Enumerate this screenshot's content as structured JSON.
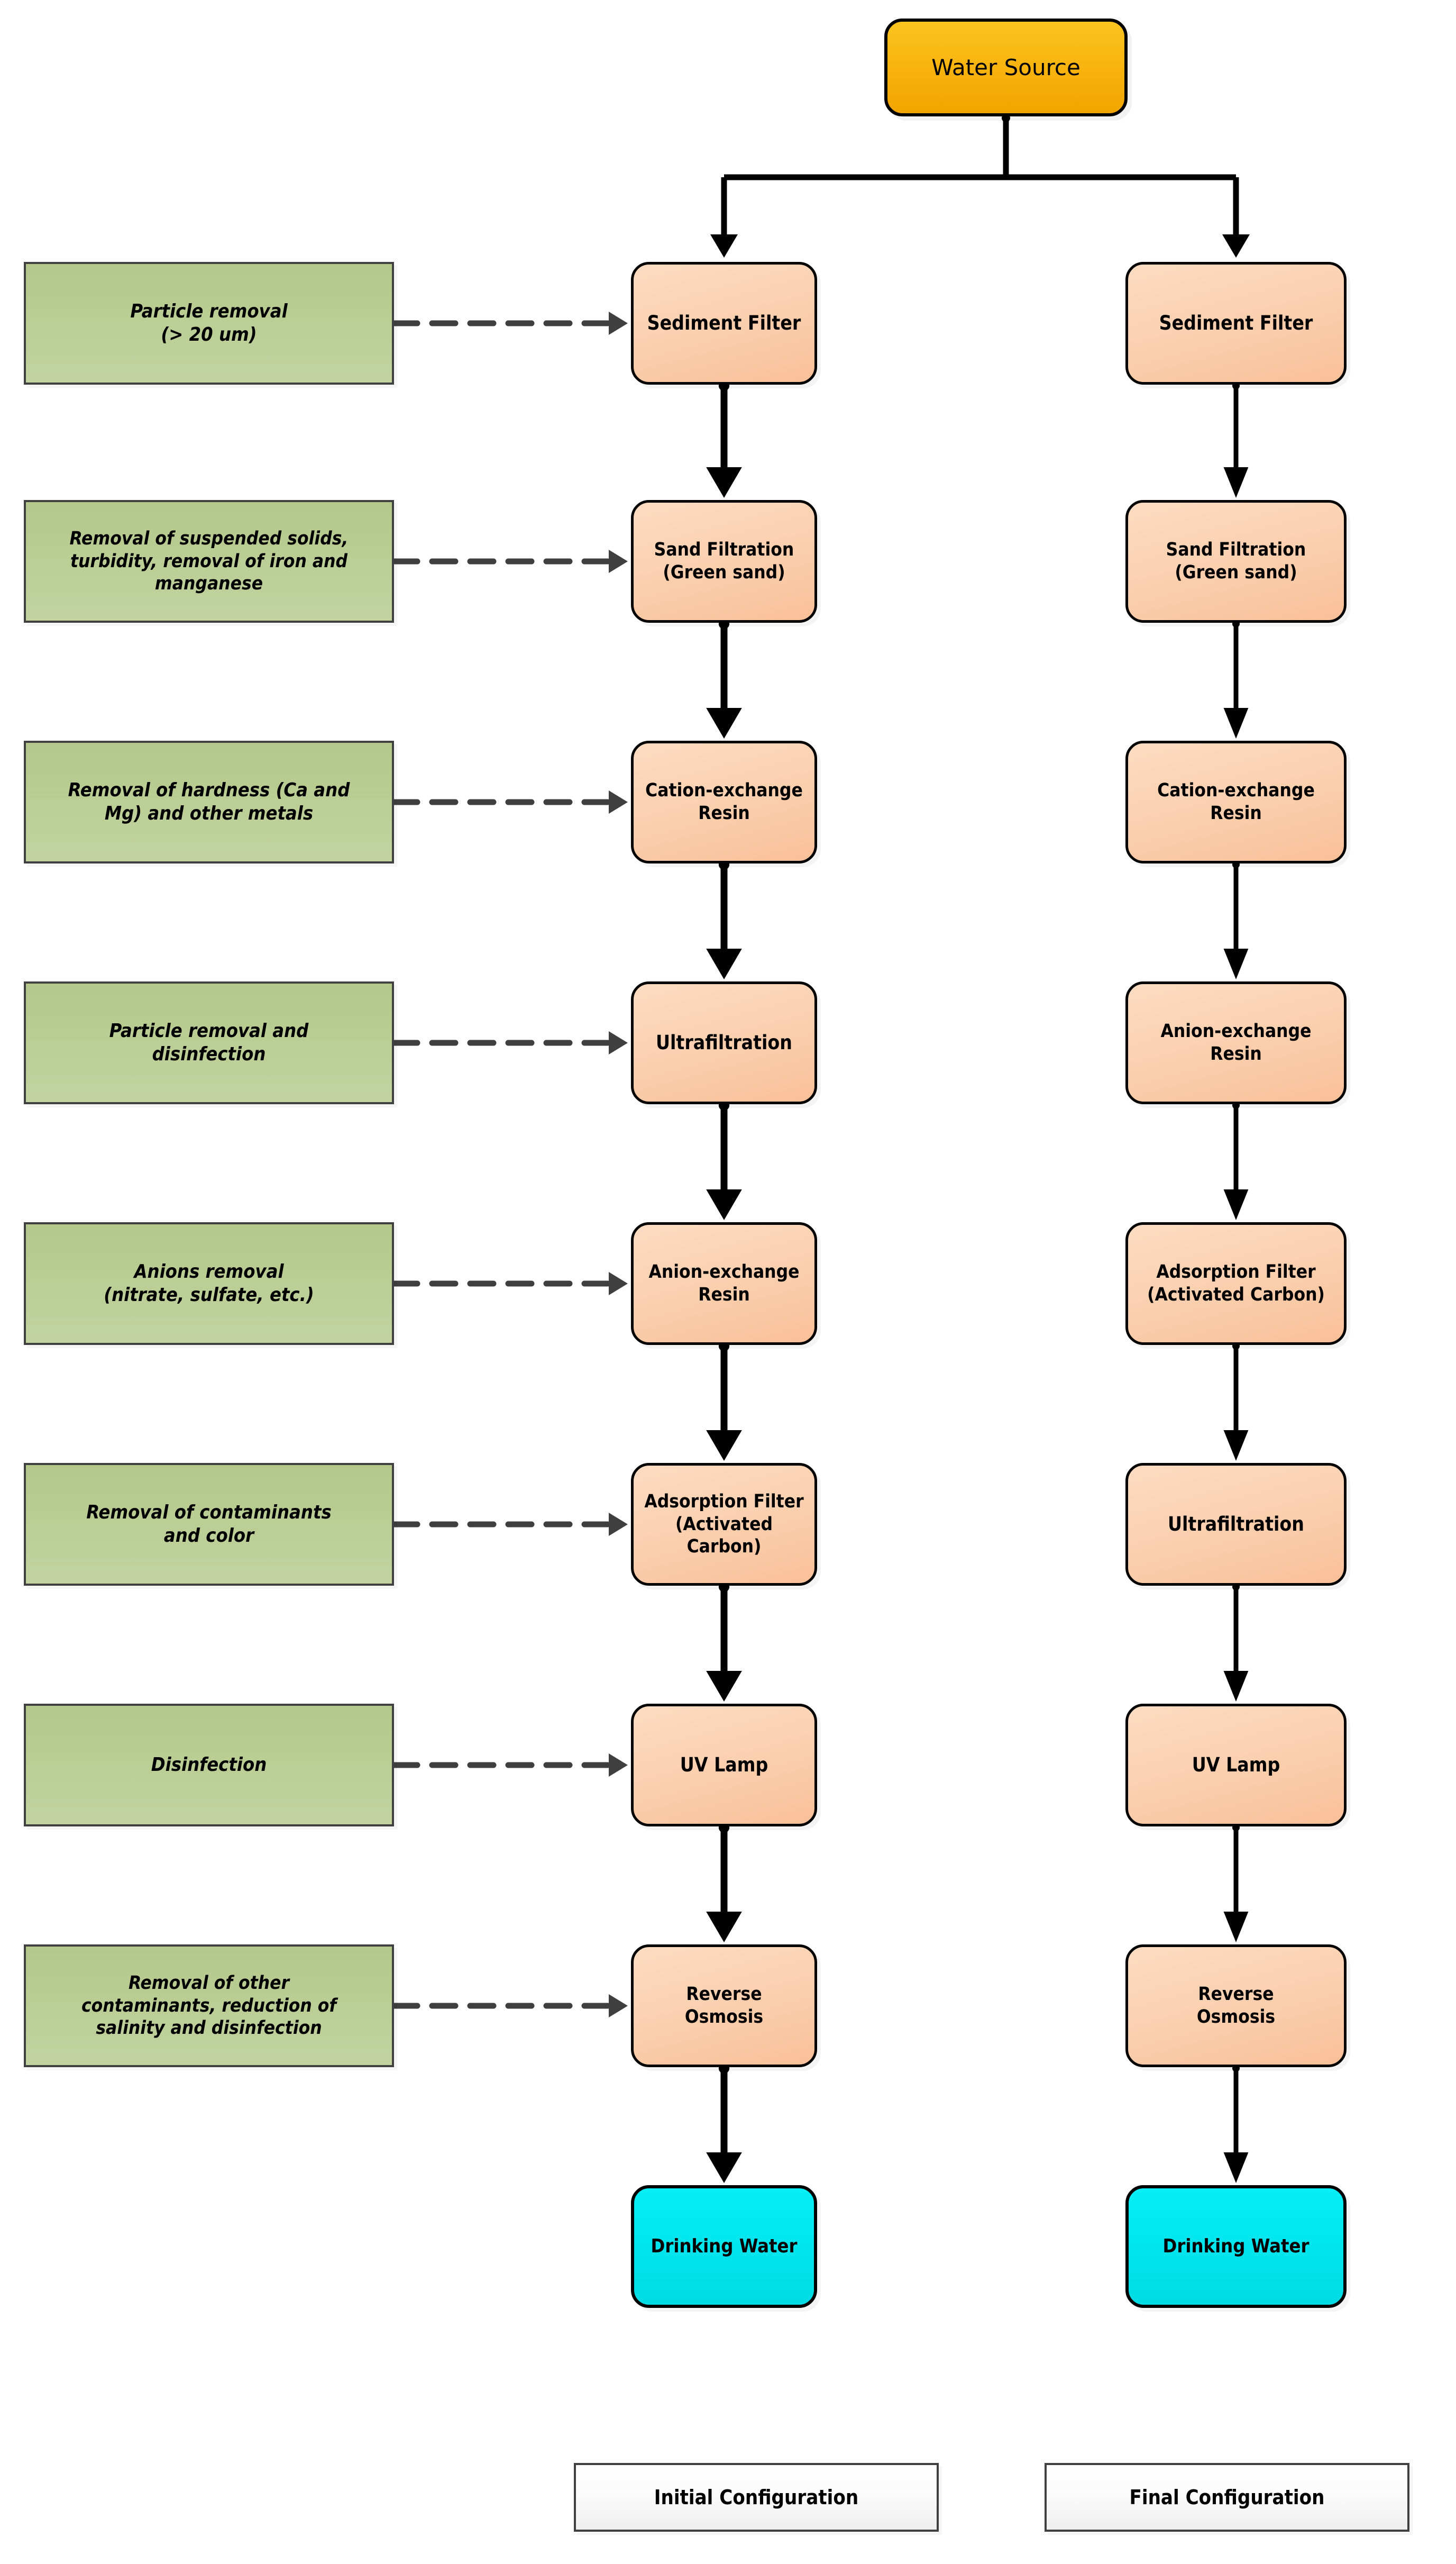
{
  "diagram": {
    "title_nodes": {
      "source": "Water Source",
      "terminal": "Drinking Water"
    },
    "colors": {
      "source_fill": "#f7b20d",
      "process_fill": "#fbd1b1",
      "terminal_fill": "#00e5ee",
      "annotation_fill": "#b9cd93",
      "legend_fill": "#ffffff",
      "flow_arrow": "#000000",
      "dashed_arrow": "#3f3f3f"
    },
    "source_node": {
      "label": "Water Source"
    },
    "annotations": [
      {
        "lines": [
          "Particle removal",
          "(> 20 um)"
        ]
      },
      {
        "lines": [
          "Removal of suspended solids,",
          "turbidity, removal of iron and",
          "manganese"
        ]
      },
      {
        "lines": [
          "Removal of hardness (Ca and",
          "Mg) and other metals"
        ]
      },
      {
        "lines": [
          "Particle removal and",
          "disinfection"
        ]
      },
      {
        "lines": [
          "Anions removal",
          "(nitrate, sulfate, etc.)"
        ]
      },
      {
        "lines": [
          "Removal of contaminants",
          "and color"
        ]
      },
      {
        "lines": [
          "Disinfection"
        ]
      },
      {
        "lines": [
          "Removal of other",
          "contaminants, reduction of",
          "salinity and disinfection"
        ]
      }
    ],
    "initial_configuration": {
      "legend_label": "Initial Configuration",
      "steps": [
        {
          "lines": [
            "Sediment Filter"
          ]
        },
        {
          "lines": [
            "Sand Filtration",
            "(Green sand)"
          ]
        },
        {
          "lines": [
            "Cation-exchange",
            "Resin"
          ]
        },
        {
          "lines": [
            "Ultrafiltration"
          ]
        },
        {
          "lines": [
            "Anion-exchange",
            "Resin"
          ]
        },
        {
          "lines": [
            "Adsorption Filter",
            "(Activated Carbon)"
          ]
        },
        {
          "lines": [
            "UV Lamp"
          ]
        },
        {
          "lines": [
            "Reverse",
            "Osmosis"
          ]
        },
        {
          "lines": [
            "Drinking Water"
          ]
        }
      ]
    },
    "final_configuration": {
      "legend_label": "Final Configuration",
      "steps": [
        {
          "lines": [
            "Sediment Filter"
          ]
        },
        {
          "lines": [
            "Sand Filtration",
            "(Green sand)"
          ]
        },
        {
          "lines": [
            "Cation-exchange",
            "Resin"
          ]
        },
        {
          "lines": [
            "Anion-exchange",
            "Resin"
          ]
        },
        {
          "lines": [
            "Adsorption Filter",
            "(Activated Carbon)"
          ]
        },
        {
          "lines": [
            "Ultrafiltration"
          ]
        },
        {
          "lines": [
            "UV Lamp"
          ]
        },
        {
          "lines": [
            "Reverse",
            "Osmosis"
          ]
        },
        {
          "lines": [
            "Drinking Water"
          ]
        }
      ]
    }
  }
}
